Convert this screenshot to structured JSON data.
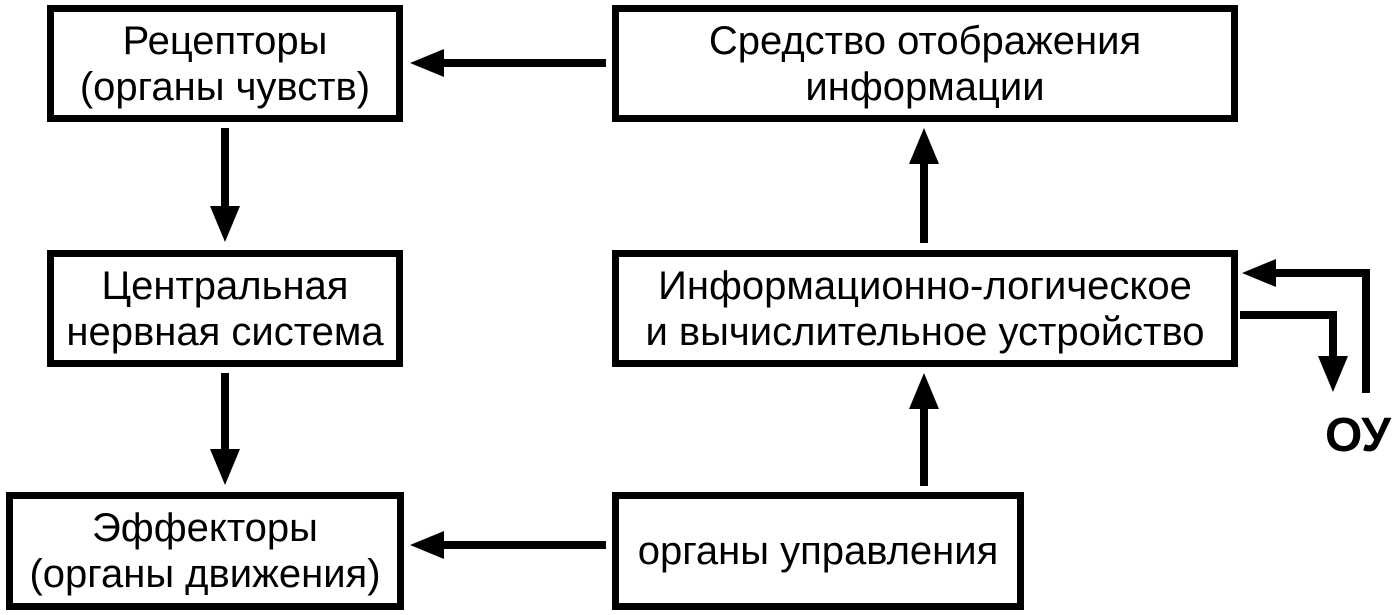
{
  "diagram": {
    "nodes": {
      "receptors": {
        "lines": [
          "Рецепторы",
          "(органы чувств)"
        ]
      },
      "display": {
        "lines": [
          "Средство отображения",
          "информации"
        ]
      },
      "cns": {
        "lines": [
          "Центральная",
          "нервная система"
        ]
      },
      "logic": {
        "lines": [
          "Информационно-логическое",
          "и вычислительное устройство"
        ]
      },
      "effectors": {
        "lines": [
          "Эффекторы",
          "(органы движения)"
        ]
      },
      "controls": {
        "lines": [
          "органы управления"
        ]
      },
      "ou": {
        "label": "ОУ"
      }
    },
    "edges": [
      {
        "from": "display",
        "to": "receptors"
      },
      {
        "from": "receptors",
        "to": "cns"
      },
      {
        "from": "cns",
        "to": "effectors"
      },
      {
        "from": "controls",
        "to": "effectors"
      },
      {
        "from": "controls",
        "to": "logic"
      },
      {
        "from": "logic",
        "to": "display"
      },
      {
        "from": "logic",
        "to": "ou"
      },
      {
        "from": "ou",
        "to": "logic"
      }
    ]
  }
}
